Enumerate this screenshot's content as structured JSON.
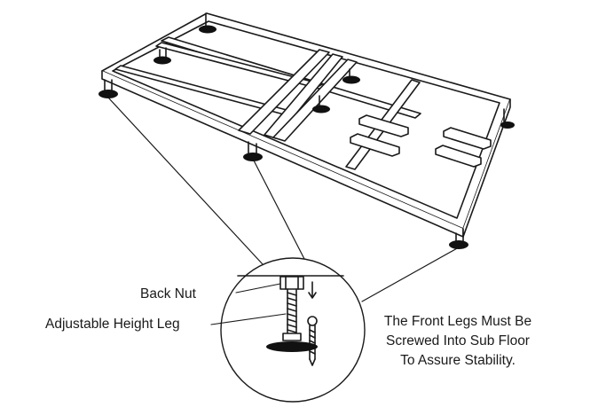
{
  "labels": {
    "back_nut": "Back Nut",
    "adjustable_leg": "Adjustable Height Leg",
    "note": [
      "The Front Legs Must Be",
      "Screwed Into Sub Floor",
      "To Assure Stability."
    ]
  },
  "colors": {
    "line": "#1a1a1a",
    "background": "#ffffff"
  }
}
